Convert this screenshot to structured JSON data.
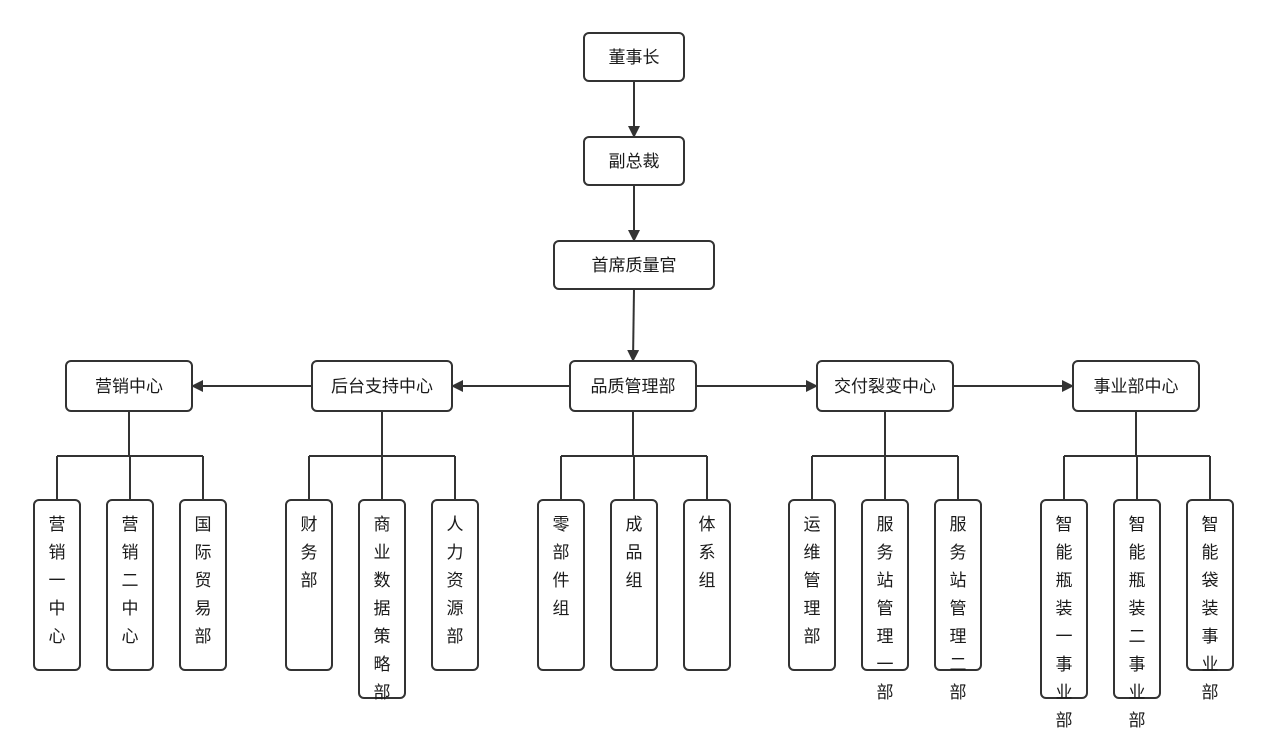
{
  "nodes": {
    "chairman": "董事长",
    "vp": "副总裁",
    "cqo": "首席质量官",
    "quality": "品质管理部",
    "backoffice": "后台支持中心",
    "marketing": "营销中心",
    "delivery": "交付裂变中心",
    "business": "事业部中心",
    "m1": "营销一中心",
    "m2": "营销二中心",
    "m3": "国际贸易部",
    "b1": "财务部",
    "b2": "商业数据策略部",
    "b3": "人力资源部",
    "q1": "零部件组",
    "q2": "成品组",
    "q3": "体系组",
    "d1": "运维管理部",
    "d2": "服务站管理一部",
    "d3": "服务站管理二部",
    "e1": "智能瓶装一事业部",
    "e2": "智能瓶装二事业部",
    "e3": "智能袋装事业部"
  }
}
